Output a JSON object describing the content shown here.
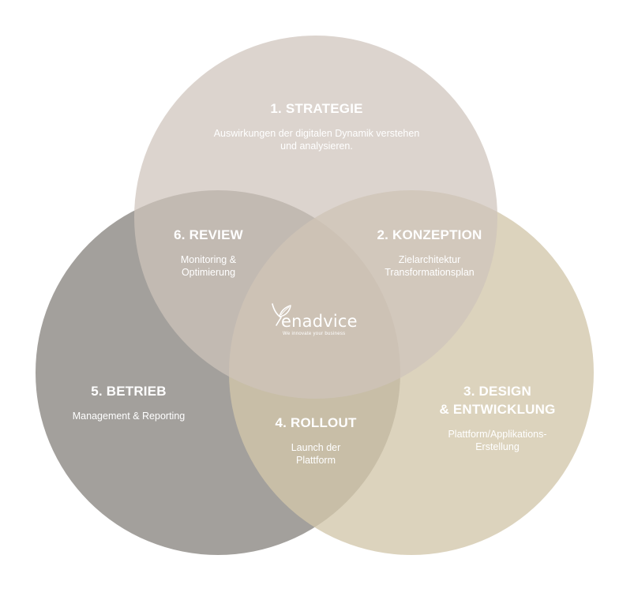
{
  "colors": {
    "strategie": "#cfc3bb",
    "betrieb": "#8f8b86",
    "design": "#d2c6ab",
    "text": "#ffffff",
    "logo": "#ffffff"
  },
  "phases": {
    "strategie": {
      "title": "1. STRATEGIE",
      "desc": "Auswirkungen der digitalen Dynamik verstehen\nund analysieren."
    },
    "konzeption": {
      "title": "2. KONZEPTION",
      "desc": "Zielarchitektur\nTransformationsplan"
    },
    "design": {
      "title": "3. DESIGN\n& ENTWICKLUNG",
      "desc": "Plattform/Applikations-\nErstellung"
    },
    "rollout": {
      "title": "4. ROLLOUT",
      "desc": "Launch der\nPlattform"
    },
    "betrieb": {
      "title": "5. BETRIEB",
      "desc": "Management & Reporting"
    },
    "review": {
      "title": "6. REVIEW",
      "desc": "Monitoring &\nOptimierung"
    }
  },
  "logo": {
    "wordmark": "enadvice",
    "tagline": "We innovate your business",
    "icon": "leaf-icon"
  }
}
